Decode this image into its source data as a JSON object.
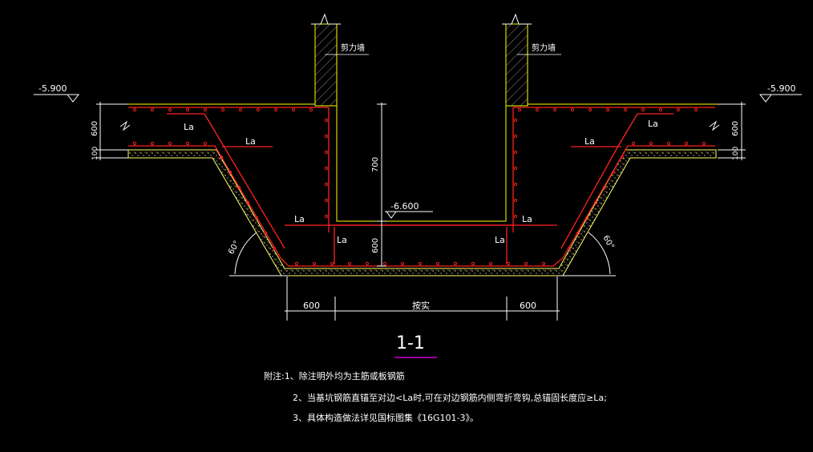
{
  "labels": {
    "shear_wall_left": "剪力墙",
    "shear_wall_right": "剪力墙",
    "elev_top_left": "-5.900",
    "elev_top_right": "-5.900",
    "elev_pit": "-6.600",
    "la": "La",
    "dim_600": "600",
    "dim_100": "100",
    "dim_700": "700",
    "dim_per_design": "按实",
    "angle_60": "60°",
    "section_title": "1-1"
  },
  "notes": {
    "line1": "附注:1、除注明外均为主筋或板钢筋",
    "line2": "2、当基坑钢筋直锚至对边<La时,可在对边钢筋内侧弯折弯钩,总锚固长度应≥La;",
    "line3": "3、具体构造做法详见国标图集《16G101-3》。"
  },
  "colors": {
    "background": "#000000",
    "text": "#ffffff",
    "rebar": "#ff2020",
    "wall_outline": "#ffff00",
    "concrete_outline": "#ffff66",
    "title_underline": "#cc00cc"
  }
}
